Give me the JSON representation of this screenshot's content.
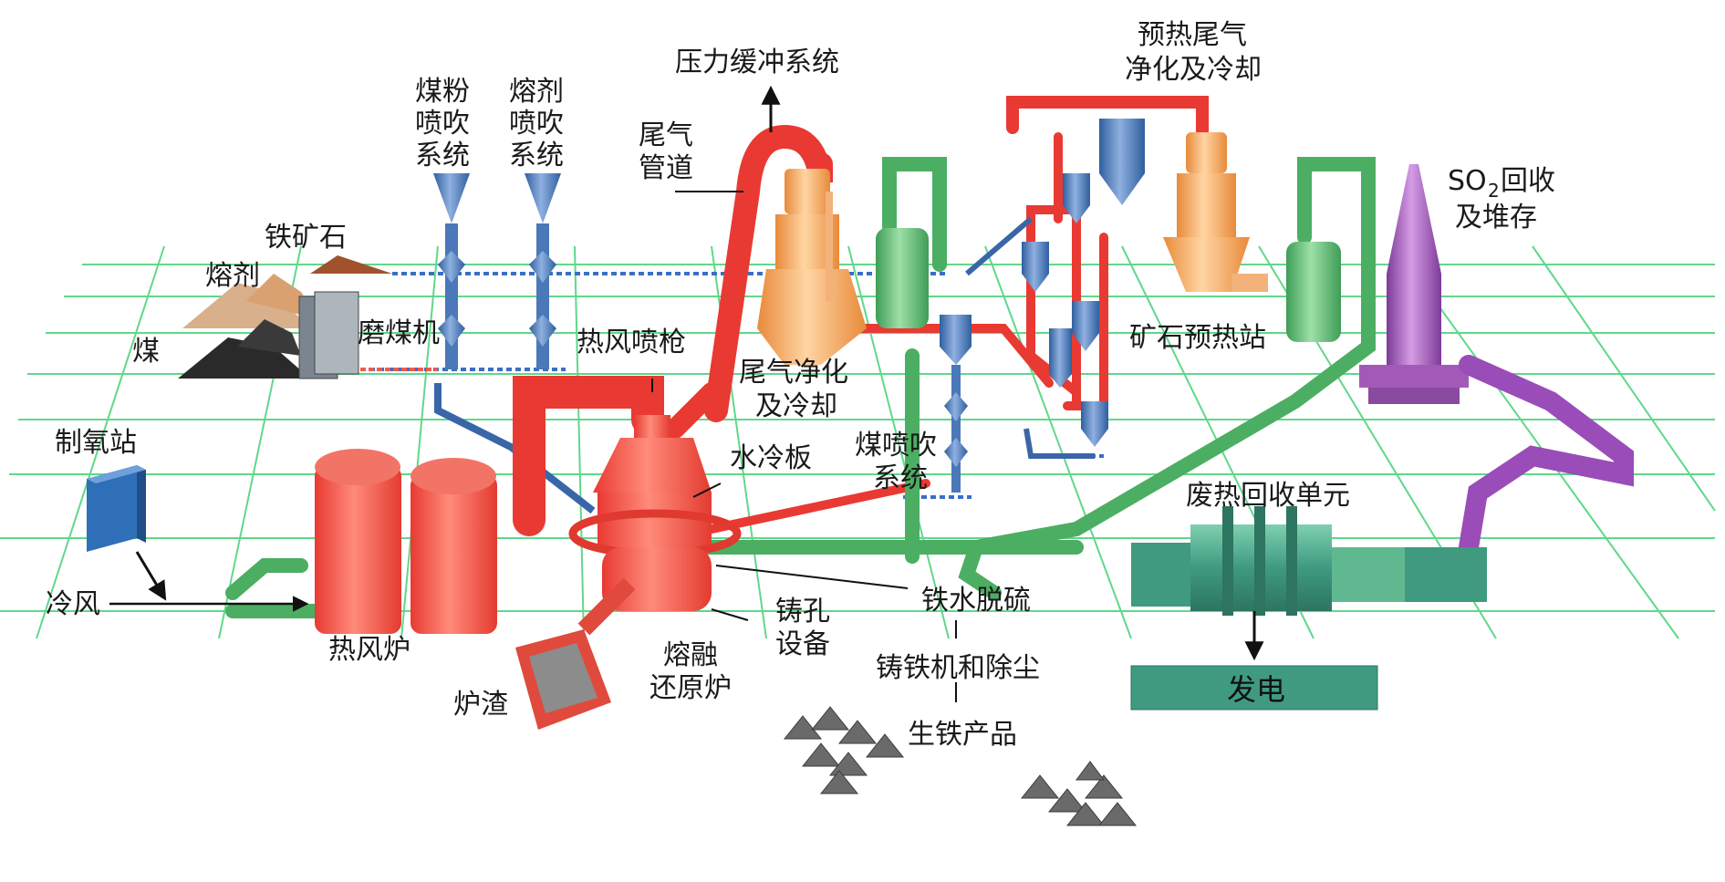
{
  "labels": {
    "pressure_buffer": "压力缓冲系统",
    "preheat_exhaust": [
      "预热尾气",
      "净化及冷却"
    ],
    "coal_powder_inject": [
      "煤粉",
      "喷吹",
      "系统"
    ],
    "flux_inject": [
      "熔剂",
      "喷吹",
      "系统"
    ],
    "exhaust_pipe": [
      "尾气",
      "管道"
    ],
    "iron_ore": "铁矿石",
    "flux": "熔剂",
    "coal": "煤",
    "coal_mill": "磨煤机",
    "hot_air_lance": "热风喷枪",
    "exhaust_clean_cool": [
      "尾气净化",
      "及冷却"
    ],
    "ore_preheat_station": "矿石预热站",
    "so2_recovery": [
      "SO",
      "2",
      "回收",
      "及堆存"
    ],
    "oxygen_station": "制氧站",
    "water_cooled_plate": "水冷板",
    "coal_inject_system": [
      "煤喷吹",
      "系统"
    ],
    "waste_heat_unit": "废热回收单元",
    "cold_air": "冷风",
    "hot_stove": "热风炉",
    "hot_metal_desulf": "铁水脱硫",
    "tap_hole": [
      "铸孔",
      "设备"
    ],
    "smelt_reduction_furnace": [
      "熔融",
      "还原炉"
    ],
    "slag": "炉渣",
    "pig_casting": "铸铁机和除尘",
    "pig_iron": "生铁产品",
    "power_gen": "发电"
  },
  "colors": {
    "grid": "#5fd88a",
    "hot_red": "#f0564a",
    "green_equipment": "#5fb870",
    "blue_equipment": "#4a78b8",
    "orange_equipment": "#f5a965",
    "purple_equipment": "#a25ab8",
    "teal_unit": "#3f9a80"
  }
}
